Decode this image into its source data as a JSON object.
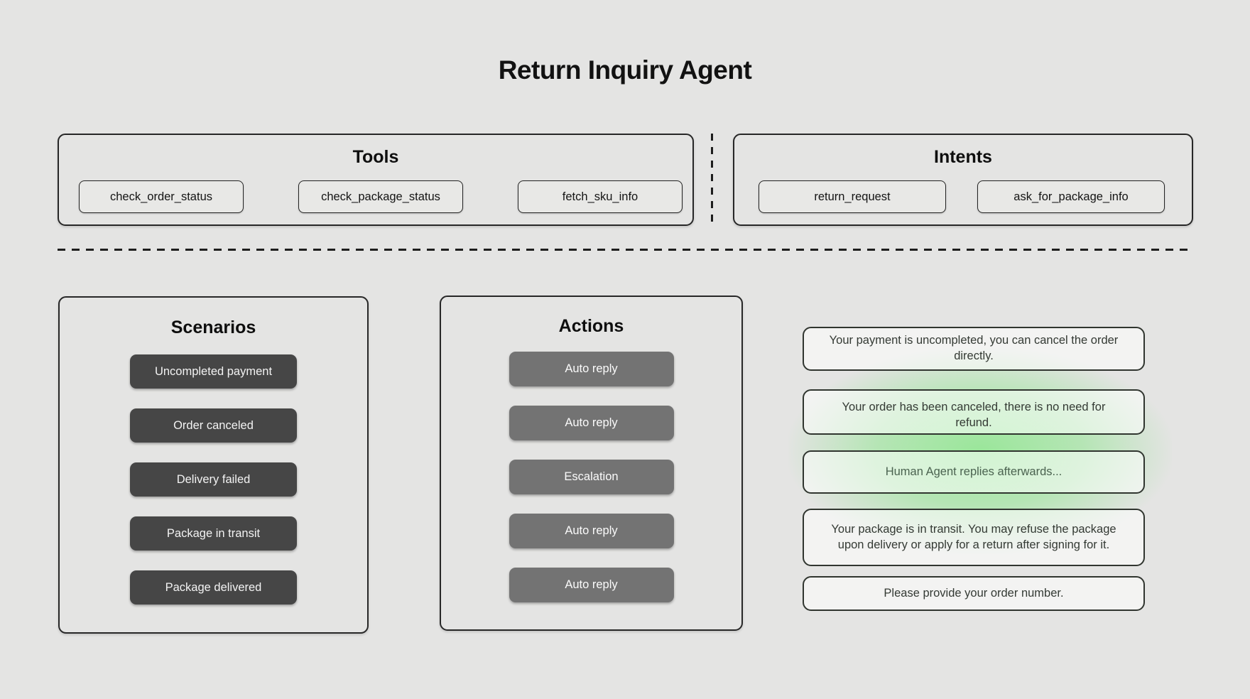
{
  "title": "Return Inquiry Agent",
  "tools": {
    "title": "Tools",
    "items": [
      "check_order_status",
      "check_package_status",
      "fetch_sku_info"
    ]
  },
  "intents": {
    "title": "Intents",
    "items": [
      "return_request",
      "ask_for_package_info"
    ]
  },
  "scenarios": {
    "title": "Scenarios",
    "items": [
      "Uncompleted payment",
      "Order canceled",
      "Delivery failed",
      "Package in transit",
      "Package delivered"
    ]
  },
  "actions": {
    "title": "Actions",
    "items": [
      "Auto reply",
      "Auto reply",
      "Escalation",
      "Auto reply",
      "Auto reply"
    ]
  },
  "messages": [
    "Your payment is uncompleted, you can cancel the order directly.",
    "Your order has been canceled, there is no need for refund.",
    "Human Agent replies afterwards...",
    "Your package is in transit. You may refuse the package upon delivery or apply for a return after signing for it.",
    "Please provide your order number."
  ],
  "colors": {
    "background": "#e4e4e3",
    "panel_border": "#272727",
    "scenario_button": "#464646",
    "action_button": "#737373",
    "glow_green": "#96e696"
  }
}
